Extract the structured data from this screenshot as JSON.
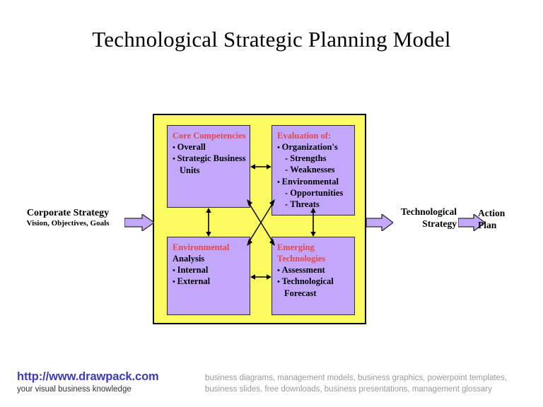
{
  "slide": {
    "title": "Technological Strategic Planning Model"
  },
  "colors": {
    "container_fill": "#fbfb61",
    "box_fill": "#c2a7fb",
    "heading_red": "#e2484a",
    "arrow_fill": "#c2a7fb",
    "outline": "#000000",
    "brand_blue": "#3b3bbb",
    "keywords_gray": "#9a9a9a"
  },
  "model": {
    "boxes": [
      {
        "id": "core-competencies",
        "heading": "Core Competencies",
        "bullets": [
          "Overall",
          "Strategic Business"
        ],
        "continuation": "Units"
      },
      {
        "id": "evaluation-of",
        "heading": "Evaluation of:",
        "bullets": [
          "Organization's",
          "Environmental"
        ],
        "sub_items_1": [
          "Strengths",
          "Weaknesses"
        ],
        "sub_items_2": [
          "Opportunities",
          "Threats"
        ]
      },
      {
        "id": "environmental-analysis",
        "heading": "Environmental",
        "subheading": "Analysis",
        "bullets": [
          "Internal",
          "External"
        ]
      },
      {
        "id": "emerging-technologies",
        "heading_line1": "Emerging",
        "heading_line2": "Technologies",
        "bullets": [
          "Assessment",
          "Technological"
        ],
        "continuation": "Forecast"
      }
    ],
    "connectors": [
      {
        "id": "top-horizontal",
        "type": "double-arrow-horizontal"
      },
      {
        "id": "bottom-horizontal",
        "type": "double-arrow-horizontal"
      },
      {
        "id": "left-vertical",
        "type": "double-arrow-vertical"
      },
      {
        "id": "right-vertical",
        "type": "double-arrow-vertical"
      },
      {
        "id": "center-cross",
        "type": "double-arrow-diagonal-cross"
      }
    ]
  },
  "flow": {
    "input": {
      "line1": "Corporate Strategy",
      "line2": "Vision, Objectives, Goals"
    },
    "output": {
      "line1": "Technological",
      "line2": "Strategy"
    },
    "final": {
      "line1": "Action",
      "line2": "Plan"
    },
    "arrows": [
      {
        "id": "arrow-input",
        "direction": "right"
      },
      {
        "id": "arrow-middle",
        "direction": "right"
      },
      {
        "id": "arrow-output",
        "direction": "right"
      }
    ]
  },
  "footer": {
    "url": "http://www.drawpack.com",
    "tagline": "your visual business knowledge",
    "keywords": "business diagrams, management models, business graphics, powerpoint templates, business slides, free downloads, business presentations, management glossary"
  }
}
